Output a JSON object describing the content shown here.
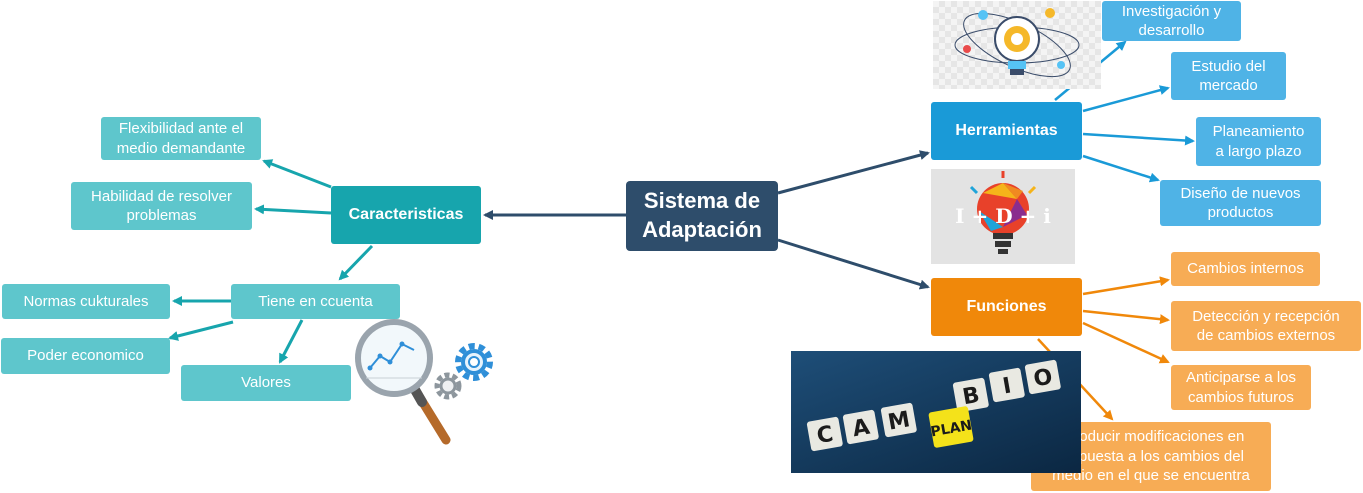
{
  "root": {
    "label": "Sistema de\nAdaptación"
  },
  "caracteristicas": {
    "label": "Caracteristicas",
    "items": [
      "Flexibilidad ante el\nmedio demandante",
      "Habilidad de resolver\nproblemas"
    ],
    "tiene": {
      "label": "Tiene en ccuenta",
      "items": [
        "Normas cukturales",
        "Poder economico",
        "Valores"
      ]
    }
  },
  "herramientas": {
    "label": "Herramientas",
    "items": [
      "Investigación y\ndesarrollo",
      "Estudio del\nmercado",
      "Planeamiento\na largo plazo",
      "Diseño de nuevos\nproductos"
    ]
  },
  "funciones": {
    "label": "Funciones",
    "items": [
      "Cambios internos",
      "Detección y recepción\nde cambios externos",
      "Anticiparse a los\ncambios futuros",
      "Introducir modificaciones en\nrespuesta a los cambios del\nmedio en el que se encuentra"
    ]
  },
  "images": {
    "idi_text": "I + D + i",
    "scrabble_letters": [
      "C",
      "A",
      "M",
      "B",
      "I",
      "O"
    ],
    "plan_text": "PLAN"
  },
  "colors": {
    "root": "#2e4d6b",
    "teal": "#17a5ad",
    "teal_light": "#5ec6cc",
    "blue": "#1a9ad7",
    "blue_light": "#4fb3e6",
    "orange": "#f0880a",
    "orange_light": "#f7ac55"
  }
}
